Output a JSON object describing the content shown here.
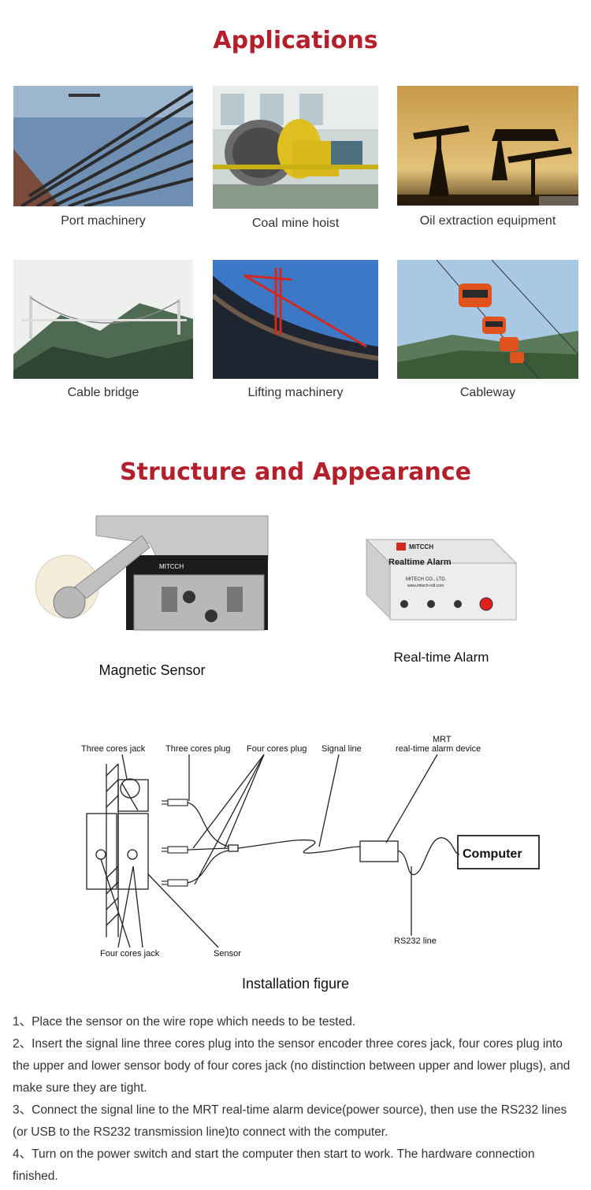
{
  "applications": {
    "title": "Applications",
    "items": [
      {
        "caption": "Port machinery"
      },
      {
        "caption": "Coal mine hoist"
      },
      {
        "caption": "Oil extraction equipment"
      },
      {
        "caption": "Cable bridge"
      },
      {
        "caption": "Lifting machinery"
      },
      {
        "caption": "Cableway"
      }
    ]
  },
  "structure": {
    "title": "Structure and Appearance",
    "sensor_caption": "Magnetic Sensor",
    "alarm_caption": "Real-time Alarm",
    "sensor_brand": "MITCCH",
    "alarm_brand": "MITCCH",
    "alarm_label": "Realtime Alarm",
    "alarm_company": "MITECH CO., LTD.",
    "alarm_site": "www.mitech-ndt.com"
  },
  "diagram": {
    "labels": {
      "three_cores_jack": "Three cores jack",
      "three_cores_plug": "Three cores plug",
      "four_cores_plug": "Four cores plug",
      "signal_line": "Signal line",
      "mrt_line1": "MRT",
      "mrt_line2": "real-time alarm device",
      "computer": "Computer",
      "rs232_line": "RS232 line",
      "four_cores_jack": "Four cores jack",
      "sensor": "Sensor"
    },
    "caption": "Installation figure"
  },
  "steps": [
    "1、Place the sensor on the wire rope which needs to be tested.",
    "2、Insert the signal line three cores plug into the sensor encoder three cores jack, four cores plug into the upper and lower sensor body of four cores jack (no distinction between upper and lower plugs), and make sure they are tight.",
    "3、Connect the signal line to the MRT real-time alarm device(power source), then use the RS232 lines (or USB to the RS232 transmission line)to connect with the computer.",
    "4、Turn on the power switch and start the computer then start to work. The hardware connection finished."
  ],
  "colors": {
    "heading": "#b3202c"
  }
}
